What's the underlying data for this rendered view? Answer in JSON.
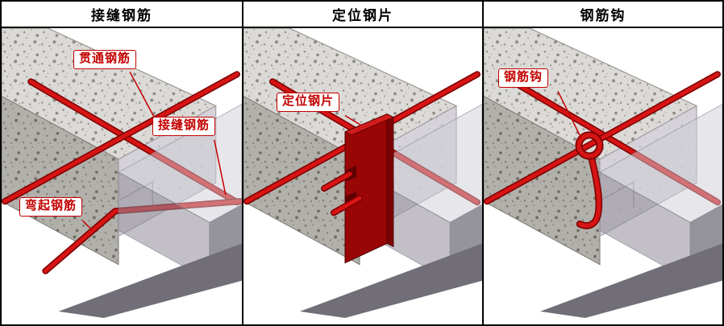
{
  "figure": {
    "panels": [
      {
        "id": "joint-rebar",
        "title": "接缝钢筋",
        "callouts": [
          {
            "text": "贯通钢筋"
          },
          {
            "text": "接缝钢筋"
          },
          {
            "text": "弯起钢筋"
          }
        ]
      },
      {
        "id": "positioning-plate",
        "title": "定位钢片",
        "callouts": [
          {
            "text": "定位钢片"
          }
        ]
      },
      {
        "id": "rebar-hook",
        "title": "钢筋钩",
        "callouts": [
          {
            "text": "钢筋钩"
          }
        ]
      }
    ],
    "colors": {
      "rebar_red": "#d61414",
      "rebar_outline": "#7a0000",
      "plate_red": "#9a0505",
      "callout_red": "#c40000",
      "concrete_light": "#dcdad7",
      "concrete_dark": "#b2b0ab",
      "frame_border": "#000000"
    }
  }
}
